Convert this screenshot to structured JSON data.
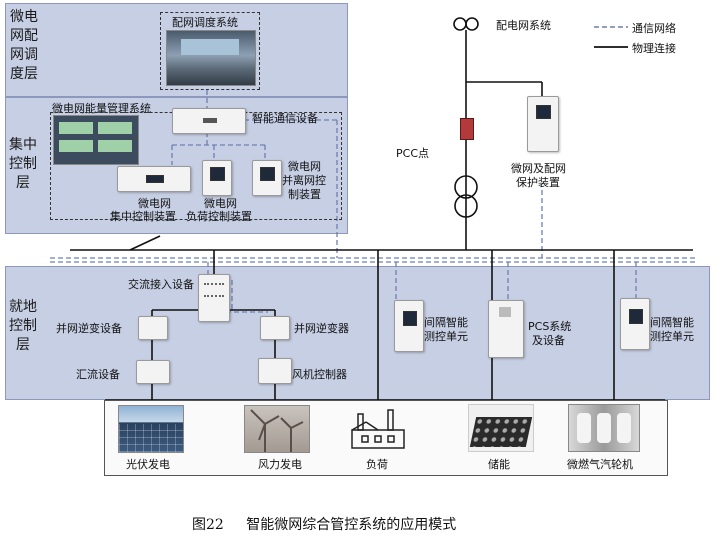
{
  "layers": {
    "dispatch": "微电网配网调度层",
    "central": "集中控制层",
    "local": "就地控制层"
  },
  "legend": {
    "comm": "通信网络",
    "phys": "物理连接"
  },
  "dispatch_system": "配网调度系统",
  "central": {
    "ems": "微电网能量管理系统",
    "comm_device": "智能通信设备",
    "central_ctrl_1": "微电网",
    "central_ctrl_2": "集中控制装置",
    "load_ctrl_1": "微电网",
    "load_ctrl_2": "负荷控制装置",
    "island_ctrl_1": "微电网",
    "island_ctrl_2": "并离网控",
    "island_ctrl_3": "制装置"
  },
  "grid": {
    "system": "配电网系统",
    "pcc": "PCC点",
    "protection_1": "微网及配网",
    "protection_2": "保护装置"
  },
  "local": {
    "ac_access": "交流接入设备",
    "pv_inverter": "并网逆变设备",
    "combiner": "汇流设备",
    "grid_inverter": "并网逆变器",
    "wind_ctrl": "风机控制器",
    "bay_1a": "间隔智能",
    "bay_1b": "测控单元",
    "pcs_1": "PCS系统",
    "pcs_2": "及设备",
    "bay_2a": "间隔智能",
    "bay_2b": "测控单元"
  },
  "bottom": {
    "pv": "光伏发电",
    "wind": "风力发电",
    "load": "负荷",
    "storage": "储能",
    "turbine": "微燃气汽轮机"
  },
  "caption": {
    "number": "图22",
    "title": "智能微网综合管控系统的应用模式"
  },
  "colors": {
    "layer_fill": "#c7cfe4",
    "comm_line": "#6f7fb0",
    "phys_line": "#111111",
    "breaker": "#b23a3a"
  }
}
